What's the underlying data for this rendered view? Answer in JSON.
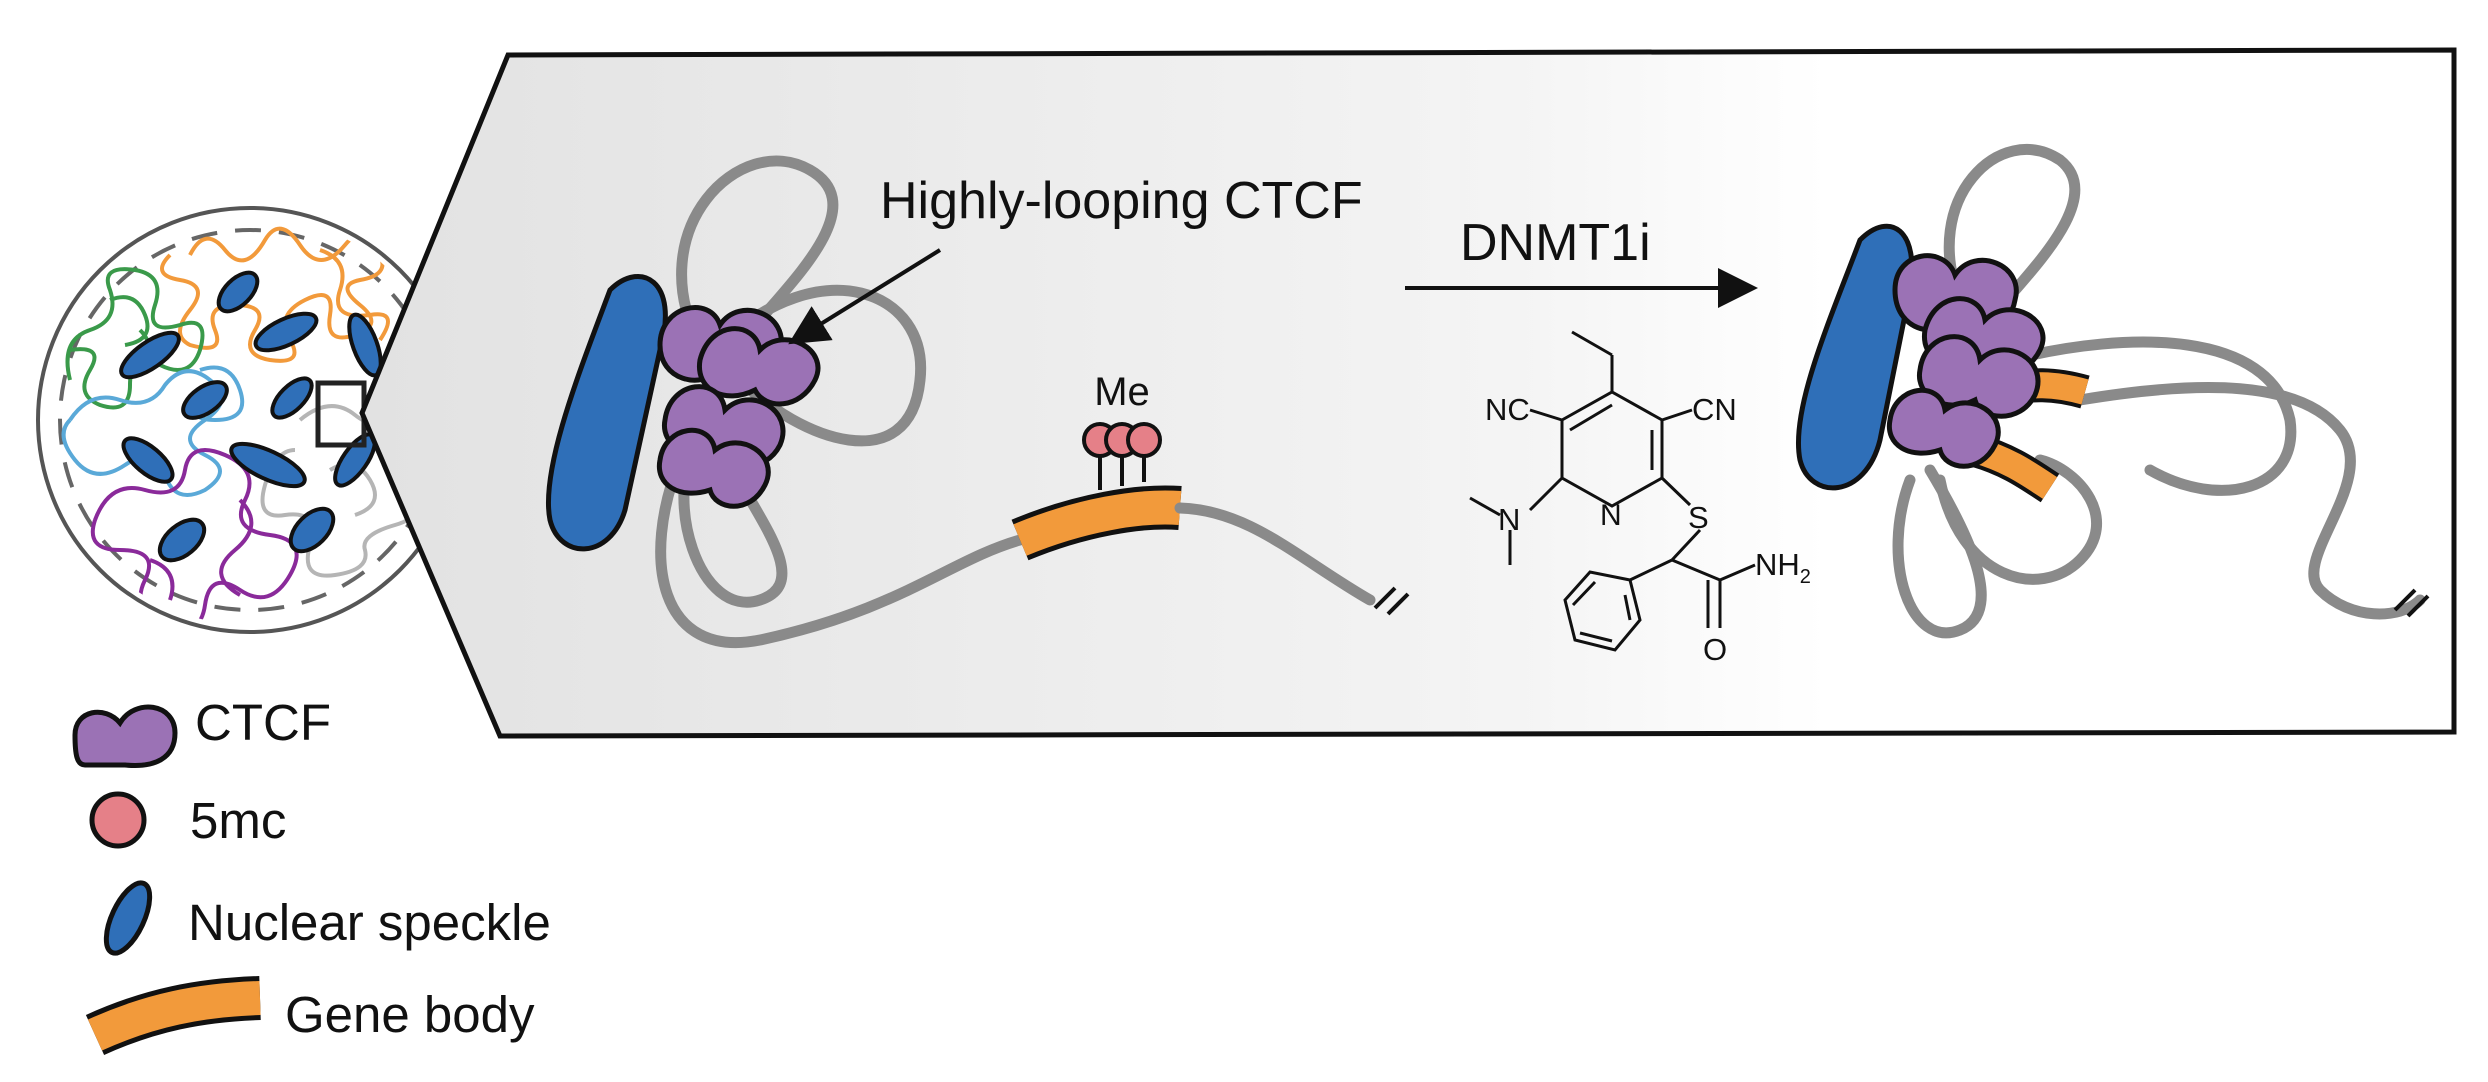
{
  "annotations": {
    "highly_looping": "Highly-looping CTCF",
    "treatment": "DNMT1i",
    "methyl": "Me"
  },
  "molecule": {
    "nc_left": "NC",
    "cn_right": "CN",
    "n_dimethyl": "N",
    "ring_n": "N",
    "sulfur": "S",
    "nh2": "NH",
    "nh2_sub": "2",
    "oxygen": "O"
  },
  "legend": [
    {
      "label": "CTCF",
      "icon": "ctcf-icon"
    },
    {
      "label": "5mc",
      "icon": "5mc-icon"
    },
    {
      "label": "Nuclear speckle",
      "icon": "nuclear-speckle-icon"
    },
    {
      "label": "Gene body",
      "icon": "gene-body-icon"
    }
  ],
  "colors": {
    "ctcf": "#9b72b5",
    "speckle": "#2f6fb8",
    "gene_body": "#f29a3b",
    "methyl": "#e58088",
    "chromatin": "#808080",
    "chr_orange": "#f29a3b",
    "chr_green": "#3a9a4a",
    "chr_cyan": "#5aa9d8",
    "chr_purple": "#8a2a9a",
    "chr_gray": "#b5b5b5"
  }
}
